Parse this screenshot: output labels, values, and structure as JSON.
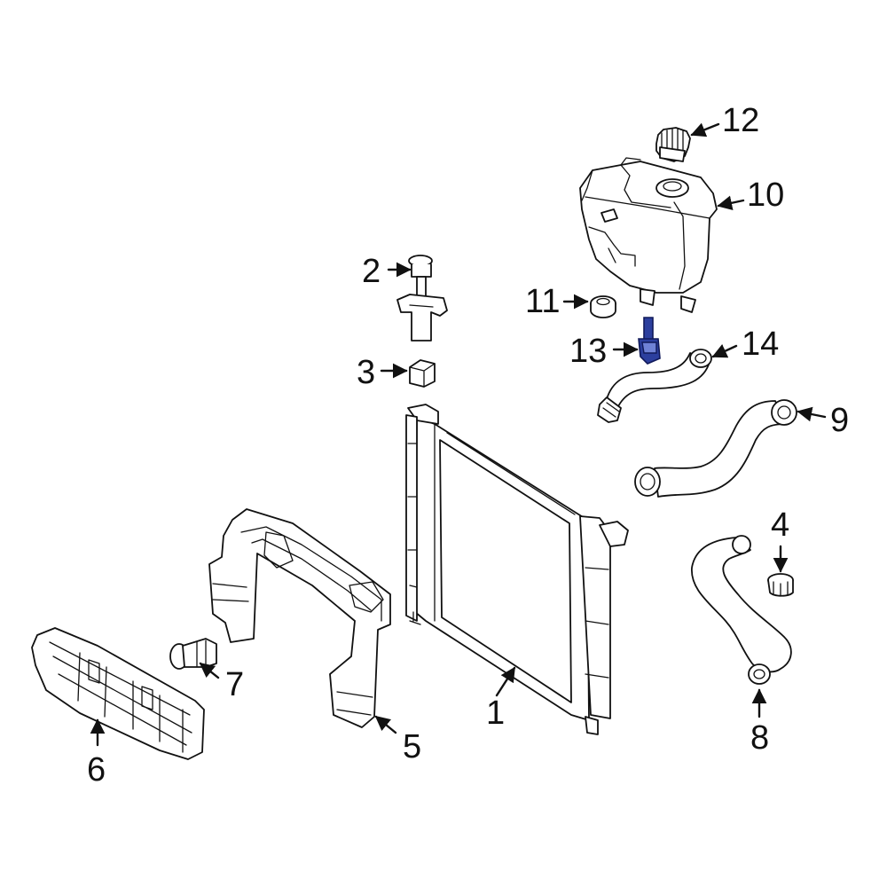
{
  "callouts": {
    "c1": "1",
    "c2": "2",
    "c3": "3",
    "c4": "4",
    "c5": "5",
    "c6": "6",
    "c7": "7",
    "c8": "8",
    "c9": "9",
    "c10": "10",
    "c11": "11",
    "c12": "12",
    "c13": "13",
    "c14": "14"
  },
  "colors": {
    "line": "#111111",
    "highlight": "#2c3f9e",
    "background": "#ffffff"
  }
}
